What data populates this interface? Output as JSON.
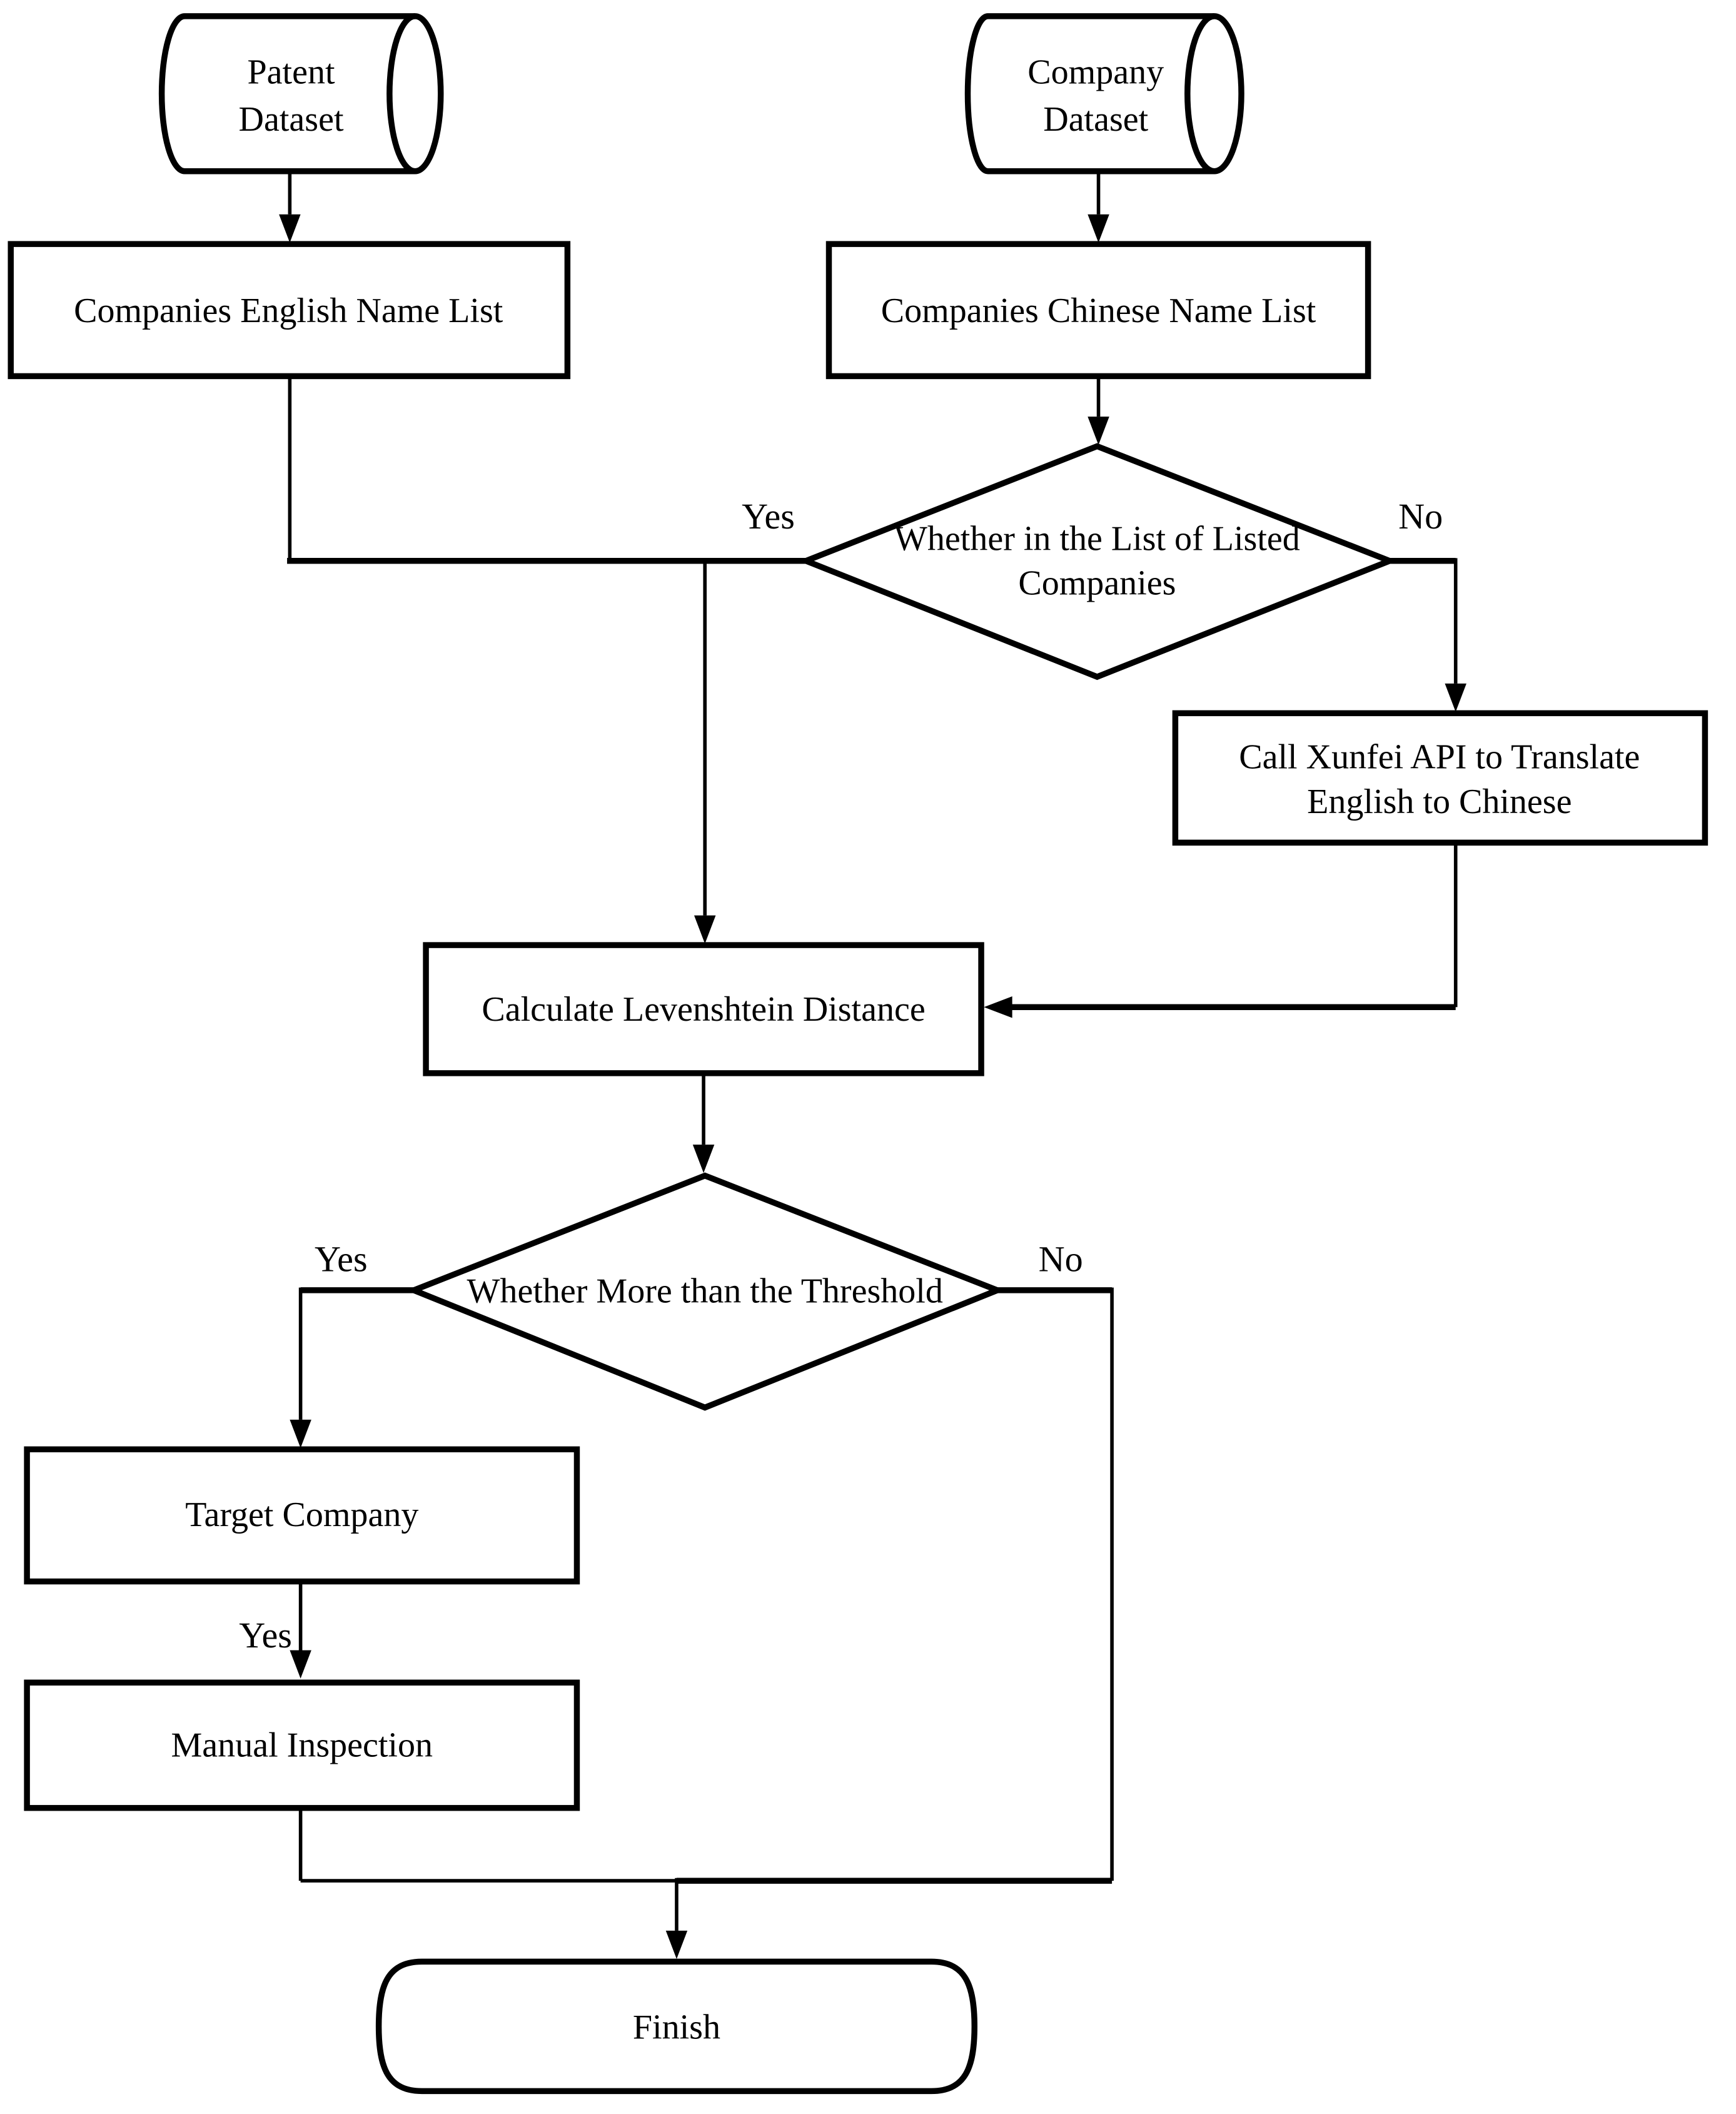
{
  "nodes": {
    "patent_dataset": {
      "line1": "Patent",
      "line2": "Dataset"
    },
    "company_dataset": {
      "line1": "Company",
      "line2": "Dataset"
    },
    "english_name_list": {
      "label": "Companies English Name List"
    },
    "chinese_name_list": {
      "label": "Companies Chinese Name List"
    },
    "decision_listed": {
      "line1": "Whether in the List of Listed",
      "line2": "Companies"
    },
    "call_xunfei_api": {
      "line1": "Call Xunfei API to Translate",
      "line2": "English to Chinese"
    },
    "calculate_levenshtein": {
      "label": "Calculate Levenshtein Distance"
    },
    "decision_threshold": {
      "label": "Whether More than the Threshold"
    },
    "target_company": {
      "label": "Target Company"
    },
    "manual_inspection": {
      "label": "Manual Inspection"
    },
    "finish": {
      "label": "Finish"
    }
  },
  "edge_labels": {
    "listed_yes": "Yes",
    "listed_no": "No",
    "threshold_yes": "Yes",
    "threshold_no": "No",
    "inspection_yes": "Yes"
  },
  "colors": {
    "stroke": "#000000",
    "shape_fill": "#ffffff",
    "background": "#ffffff"
  }
}
